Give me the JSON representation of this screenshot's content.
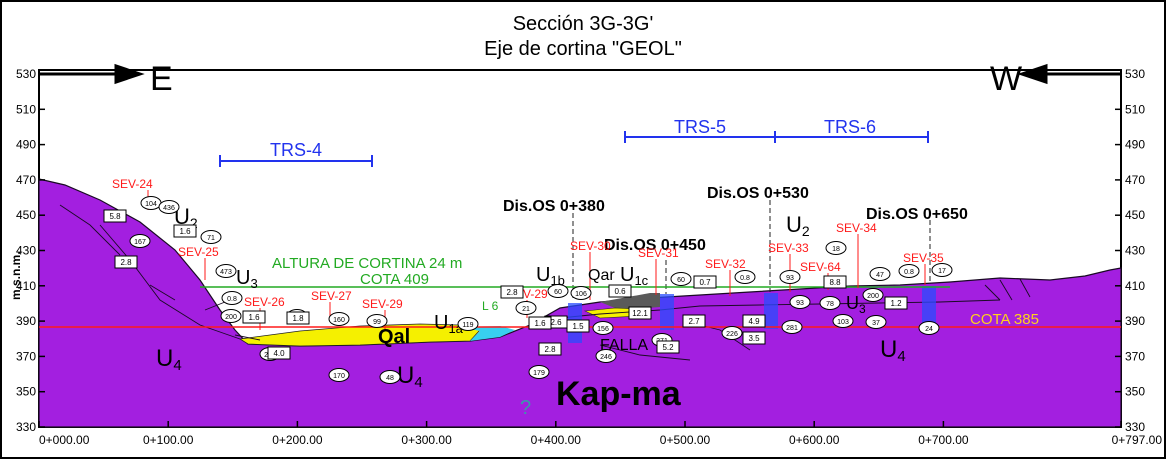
{
  "title_line1": "Sección 3G-3G'",
  "title_line2": "Eje de cortina \"GEOL\"",
  "direction_left": "E",
  "direction_right": "W",
  "y_axis_label": "m.s.n.m.",
  "y_ticks": [
    "530",
    "510",
    "490",
    "470",
    "450",
    "430",
    "410",
    "390",
    "370",
    "350",
    "330"
  ],
  "x_ticks": [
    "0+000.00",
    "0+100.00",
    "0+200.00",
    "0+300.00",
    "0+400.00",
    "0+500.00",
    "0+600.00",
    "0+700.00",
    "0+797.00"
  ],
  "trs": [
    "TRS-4",
    "TRS-5",
    "TRS-6"
  ],
  "dis": [
    "Dis.OS 0+380",
    "Dis.OS 0+450",
    "Dis.OS 0+530",
    "Dis.OS 0+650"
  ],
  "sev": [
    "SEV-24",
    "SEV-25",
    "SEV-26",
    "SEV-27",
    "SEV-29",
    "SEV-29",
    "SEV-30",
    "SEV-31",
    "SEV-32",
    "SEV-33",
    "SEV-34",
    "SEV-64",
    "SEV-35"
  ],
  "dam_height": "ALTURA DE CORTINA 24 m",
  "cota_409": "COTA 409",
  "cota_385": "COTA 385",
  "unit_u2": "U",
  "unit_u2_sub": "2",
  "unit_u3": "U",
  "unit_u3_sub": "3",
  "unit_u4": "U",
  "unit_u4_sub": "4",
  "unit_u1a": "U",
  "unit_u1a_sub": "1a",
  "unit_u1b": "U",
  "unit_u1b_sub": "1b",
  "unit_u1c": "U",
  "unit_u1c_sub": "1c",
  "unit_qal": "Qal",
  "unit_qar": "Qar",
  "unit_kap": "Kap-ma",
  "falla": "FALLA",
  "l6": "L 6",
  "question": "?",
  "resistivity_ovals": [
    "104",
    "436",
    "71",
    "473",
    "0.8",
    "200",
    "167",
    "140",
    "160",
    "99",
    "170",
    "48",
    "249",
    "119",
    "21",
    "60",
    "106",
    "60",
    "0.8",
    "93",
    "18",
    "47",
    "0.8",
    "17",
    "156",
    "246",
    "179",
    "271",
    "226",
    "281",
    "103",
    "37",
    "93",
    "78",
    "200",
    "24"
  ],
  "resistivity_boxes": [
    "5.8",
    "1.6",
    "2.8",
    "1.6",
    "1.8",
    "4.0",
    "2.8",
    "0.6",
    "12.1",
    "0.7",
    "8.8",
    "1.2",
    "3.5",
    "5.2",
    "2.8",
    "1.5",
    "2.7",
    "4.9",
    "2.6",
    "1.6"
  ],
  "colors": {
    "rock": "#a31fe0",
    "alluvium": "#f5f000",
    "water": "#38d0f0",
    "sev": "#ff1a1a",
    "trs": "#2233ee",
    "dam": "#22aa22",
    "cota385": "#ffd21a",
    "dark_fill": "#5a5a5a"
  }
}
